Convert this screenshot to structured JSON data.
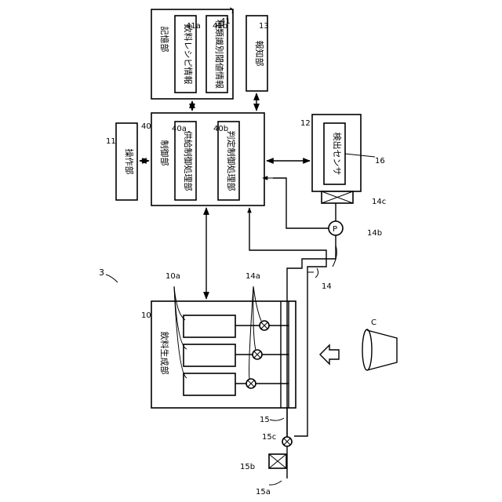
{
  "diagram": {
    "system_ref": "3",
    "storage": {
      "ref": "41",
      "title": "記憶部",
      "recipe": {
        "ref": "41a",
        "label": "飲料レシピ情報"
      },
      "threshold": {
        "ref": "41b",
        "label": "種類識別閾値情報"
      }
    },
    "notify": {
      "ref": "13",
      "label": "報知部"
    },
    "control": {
      "ref": "40",
      "title": "制御部",
      "supply": {
        "ref": "40a",
        "label": "供給制御処理部"
      },
      "judge": {
        "ref": "40b",
        "label": "判定制御処理部"
      }
    },
    "operation": {
      "ref": "11",
      "label": "操作部"
    },
    "detect": {
      "ref": "12",
      "sensor_ref": "16",
      "label": "検出センサ",
      "valve_ref": "14c"
    },
    "pump": {
      "symbol": "P",
      "ref": "14b"
    },
    "drain_line_ref": "14",
    "generator": {
      "ref": "10",
      "title": "飲料生成部",
      "unit_ref": "10a",
      "valve_ref": "14a"
    },
    "water_line_ref": "15",
    "valve_15c": "15c",
    "valve_15b": "15b",
    "inlet_ref": "15a",
    "cup_ref": "C"
  }
}
